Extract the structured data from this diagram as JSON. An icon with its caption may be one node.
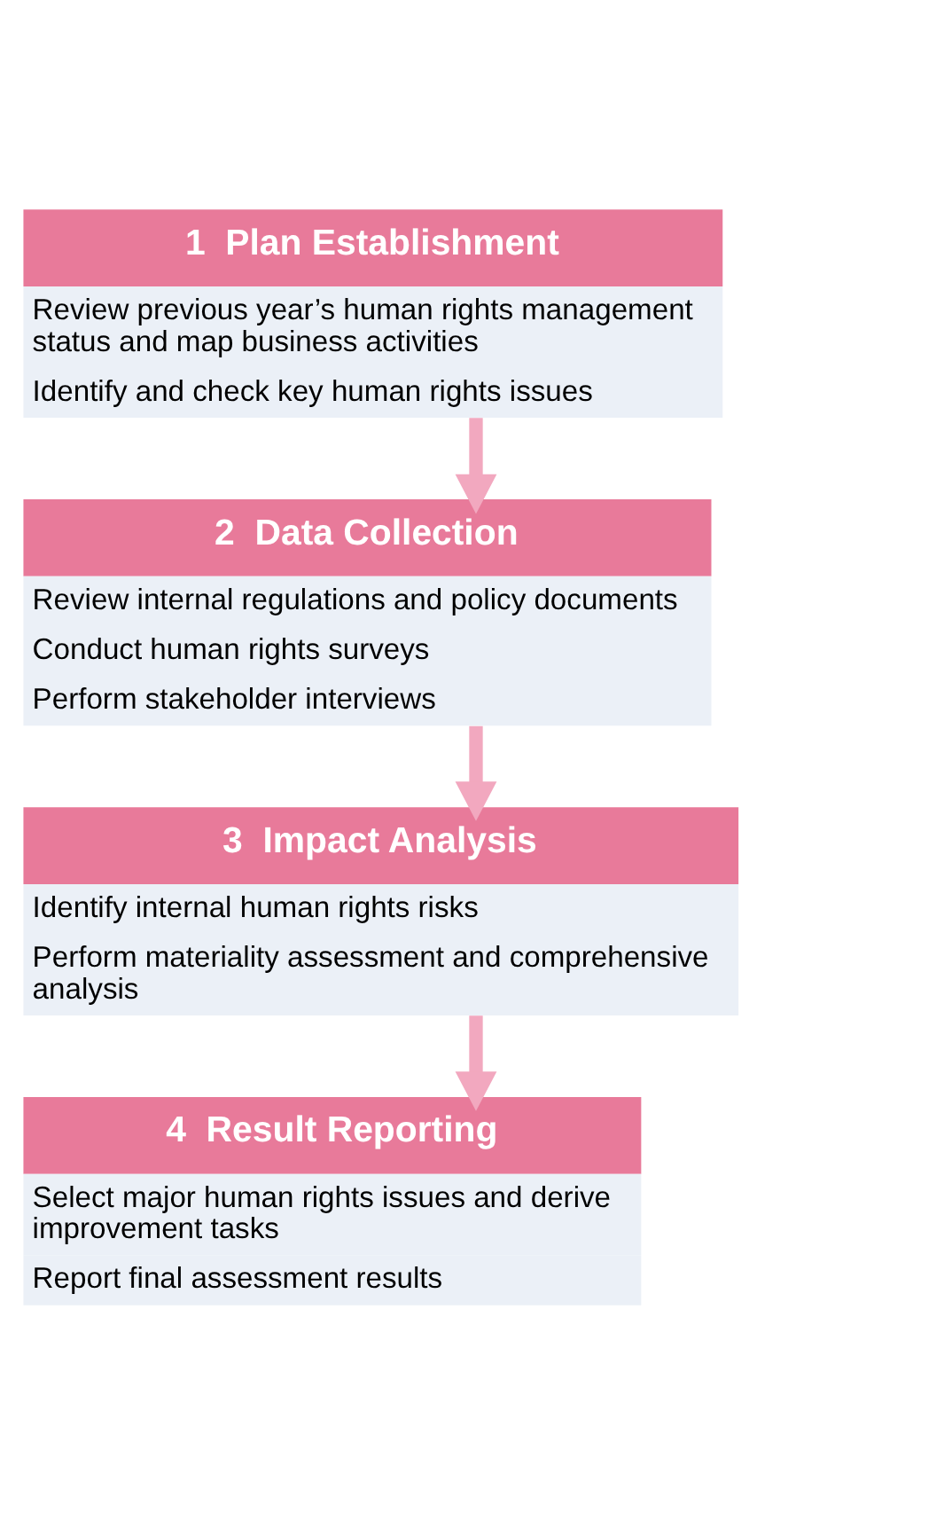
{
  "diagram": {
    "nodes": [
      {
        "text": [
          "1",
          "Plan Establishment",
          "Review previous year’s human rights management status and map business activities",
          "Identify and check key human rights issues"
        ]
      },
      {
        "text": [
          "2",
          "Data Collection",
          "Review internal regulations and policy documents",
          "Conduct human rights surveys",
          "Perform stakeholder interviews"
        ]
      },
      {
        "text": [
          "3",
          "Impact Analysis",
          "Identify internal human rights risks",
          "Perform materiality assessment and comprehensive analysis"
        ]
      },
      {
        "text": [
          "4",
          "Result Reporting",
          "Select major human rights issues and derive improvement tasks",
          "Report final assessment results"
        ]
      }
    ],
    "edges": [
      {
        "from": 0,
        "to": 1,
        "arrow": "to"
      },
      {
        "from": 1,
        "to": 2,
        "arrow": "to"
      },
      {
        "from": 2,
        "to": 3,
        "arrow": "to"
      }
    ]
  }
}
